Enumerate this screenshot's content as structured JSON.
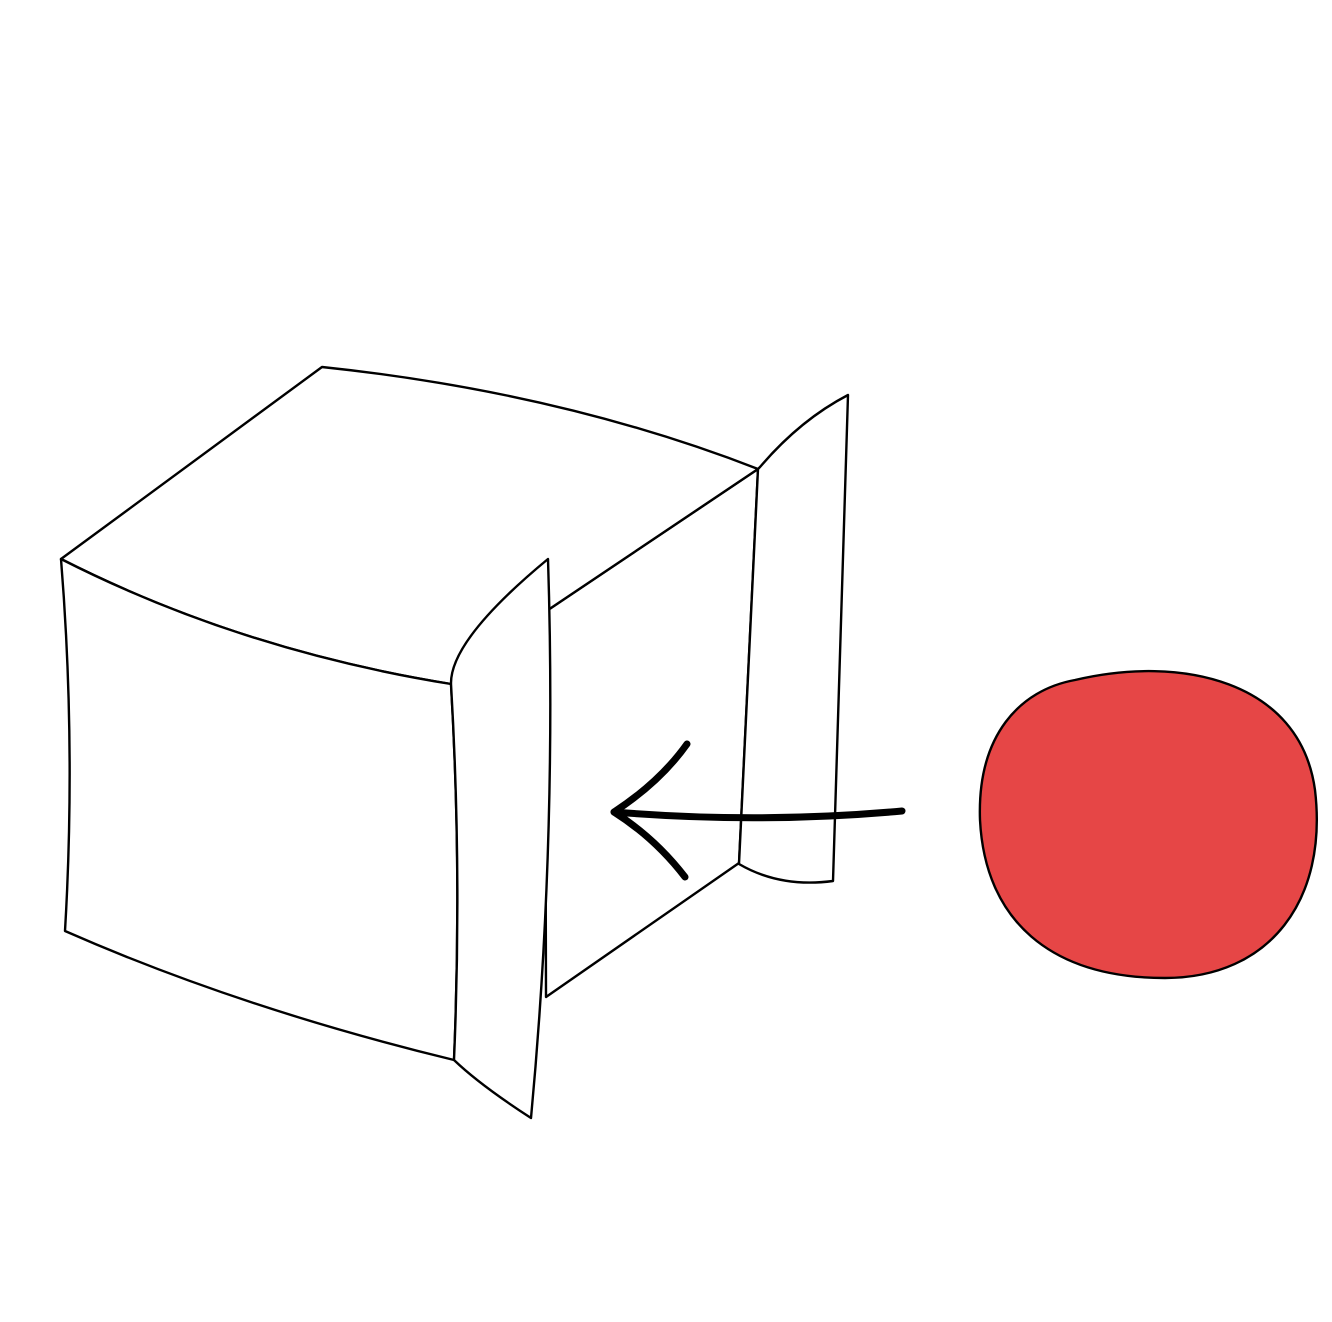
{
  "diagram": {
    "background_color": "#ffffff",
    "line_color": "#000000",
    "box": {
      "fill": "#ffffff",
      "flaps": [
        "front-flap",
        "back-flap"
      ]
    },
    "ball": {
      "fill": "#e64646"
    },
    "arrow": {
      "direction": "left"
    }
  }
}
